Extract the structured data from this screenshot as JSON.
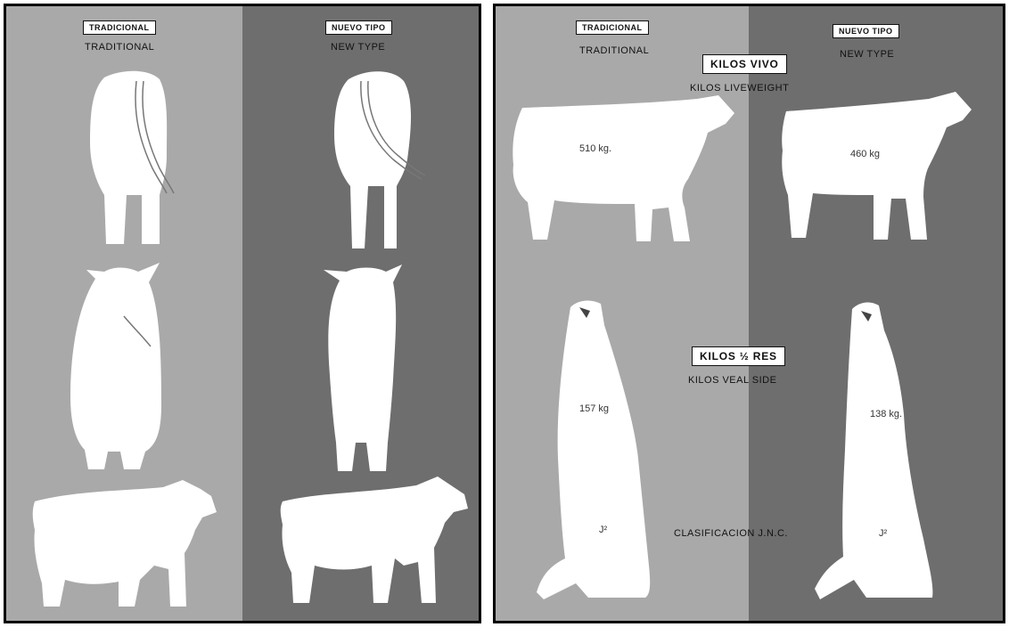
{
  "left_panel": {
    "traditional_box": "TRADICIONAL",
    "traditional_sub": "TRADITIONAL",
    "new_box": "NUEVO TIPO",
    "new_sub": "NEW TYPE"
  },
  "right_panel": {
    "traditional_box": "TRADICIONAL",
    "traditional_sub": "TRADITIONAL",
    "new_box": "NUEVO TIPO",
    "new_sub": "NEW TYPE",
    "live_box": "KILOS VIVO",
    "live_sub": "KILOS LIVEWEIGHT",
    "trad_live_weight": "510 kg.",
    "new_live_weight": "460 kg",
    "side_box": "KILOS ½ RES",
    "side_sub": "KILOS VEAL SIDE",
    "trad_side_weight": "157 kg",
    "new_side_weight": "138 kg.",
    "trad_grade": "J²",
    "grade_label": "CLASIFICACION J.N.C.",
    "new_grade": "J²"
  }
}
